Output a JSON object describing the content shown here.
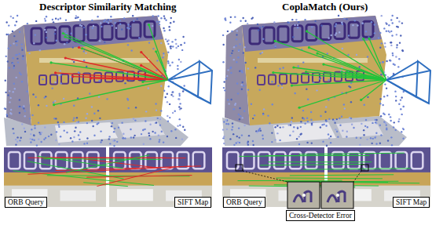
{
  "diagram": {
    "nodes": [
      {
        "text": [
          "ORB Query"
        ]
      },
      {
        "text": [
          "SIFT Map"
        ]
      },
      {
        "text": [
          "ORB Query"
        ]
      },
      {
        "text": [
          "SIFT Map"
        ]
      },
      {
        "text": [
          "Cross-Detector Error"
        ]
      }
    ],
    "labels": [
      "Descriptor Similarity Matching",
      "CoplaMatch (Ours)"
    ]
  }
}
